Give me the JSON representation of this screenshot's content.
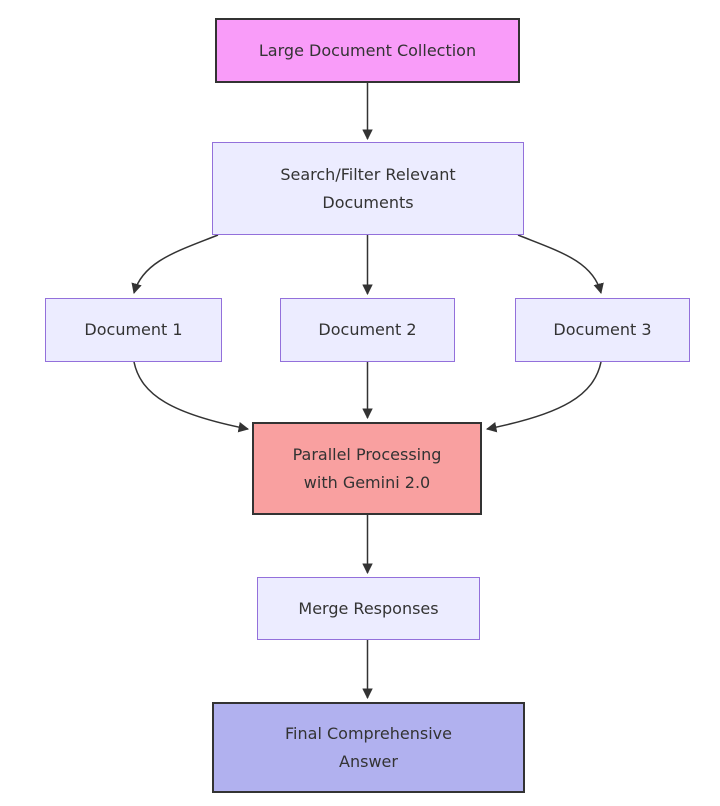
{
  "diagram": {
    "type": "flowchart",
    "direction": "top-down",
    "background": "#ffffff",
    "edge_color": "#333333",
    "text_color": "#333333",
    "nodes": {
      "collection": {
        "label": "Large Document Collection",
        "fill": "#f99cf9",
        "border": "#333333"
      },
      "search": {
        "label": "Search/Filter Relevant\nDocuments",
        "fill": "#ececff",
        "border": "#9370db"
      },
      "doc1": {
        "label": "Document 1",
        "fill": "#ececff",
        "border": "#9370db"
      },
      "doc2": {
        "label": "Document 2",
        "fill": "#ececff",
        "border": "#9370db"
      },
      "doc3": {
        "label": "Document 3",
        "fill": "#ececff",
        "border": "#9370db"
      },
      "parallel": {
        "label": "Parallel Processing\nwith Gemini 2.0",
        "fill": "#f9a0a0",
        "border": "#333333"
      },
      "merge": {
        "label": "Merge Responses",
        "fill": "#ececff",
        "border": "#9370db"
      },
      "final": {
        "label": "Final Comprehensive\nAnswer",
        "fill": "#b1b1ef",
        "border": "#333333"
      }
    },
    "edges": [
      {
        "from": "collection",
        "to": "search"
      },
      {
        "from": "search",
        "to": "doc1"
      },
      {
        "from": "search",
        "to": "doc2"
      },
      {
        "from": "search",
        "to": "doc3"
      },
      {
        "from": "doc1",
        "to": "parallel"
      },
      {
        "from": "doc2",
        "to": "parallel"
      },
      {
        "from": "doc3",
        "to": "parallel"
      },
      {
        "from": "parallel",
        "to": "merge"
      },
      {
        "from": "merge",
        "to": "final"
      }
    ]
  }
}
